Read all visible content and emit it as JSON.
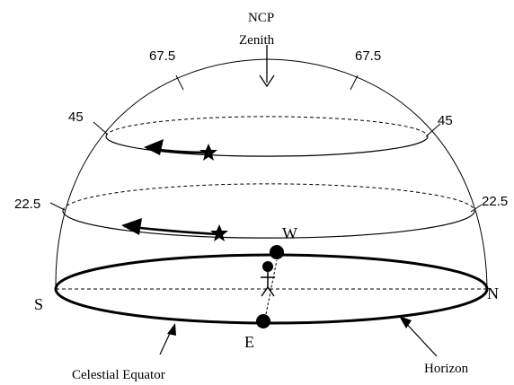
{
  "diagram": {
    "top_labels": {
      "ncp": "NCP",
      "zenith": "Zenith"
    },
    "altitude_labels": {
      "left_67": "67.5",
      "right_67": "67.5",
      "left_45": "45",
      "right_45": "45",
      "left_22": "22.5",
      "right_22": "22.5"
    },
    "directions": {
      "south": "S",
      "north": "N",
      "east": "E",
      "west": "W"
    },
    "bottom_labels": {
      "celestial_equator": "Celestial Equator",
      "horizon": "Horizon"
    },
    "icons": [
      "star-icon",
      "person-icon",
      "arrow-icon"
    ]
  }
}
